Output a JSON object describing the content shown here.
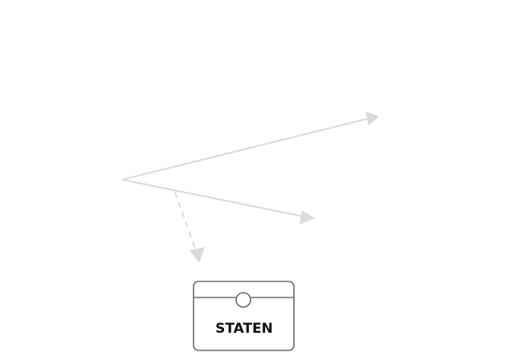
{
  "diagram": {
    "colors": {
      "arrow": "#dadada",
      "node_stroke": "#6b6b6b",
      "node_fill": "#ffffff",
      "label": "#111111"
    },
    "node": {
      "label": "STATEN",
      "icon": "card-with-circle-icon"
    },
    "arrows": [
      {
        "name": "arrow-upper-right",
        "style": "solid"
      },
      {
        "name": "arrow-lower-right",
        "style": "solid"
      },
      {
        "name": "arrow-down-dashed",
        "style": "dashed"
      }
    ]
  }
}
